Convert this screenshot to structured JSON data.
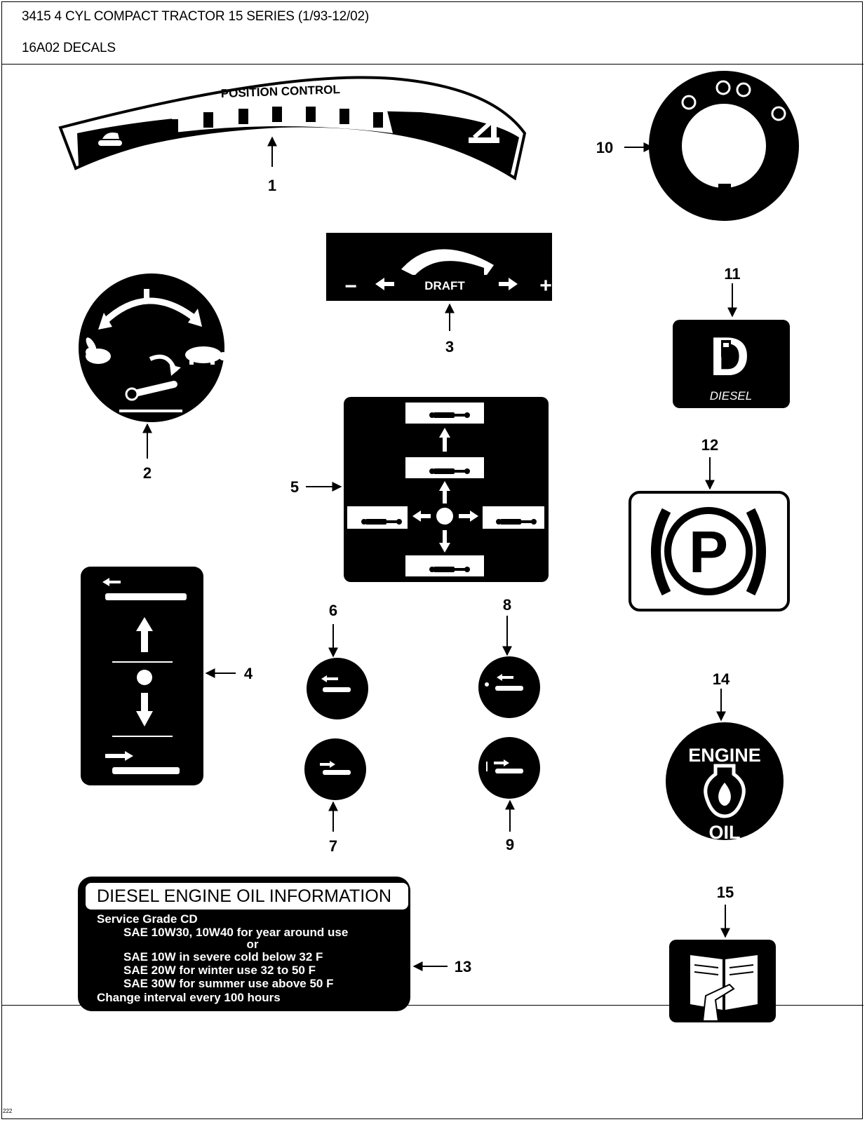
{
  "header": {
    "title": "3415 4 CYL COMPACT TRACTOR 15 SERIES (1/93-12/02)",
    "section": "16A02 DECALS"
  },
  "callouts": [
    "1",
    "2",
    "3",
    "4",
    "5",
    "6",
    "7",
    "8",
    "9",
    "10",
    "11",
    "12",
    "13",
    "14",
    "15"
  ],
  "decals": {
    "position_control": "POSITION CONTROL",
    "draft": {
      "label": "DRAFT",
      "minus": "−",
      "plus": "+"
    },
    "diesel": {
      "letter": "D",
      "label": "DIESEL"
    },
    "parking": {
      "letter": "P"
    },
    "engine_oil": {
      "top": "ENGINE",
      "bottom": "OIL"
    },
    "oil_info": {
      "title": "DIESEL ENGINE OIL INFORMATION",
      "lines": [
        "Service Grade CD",
        "SAE 10W30, 10W40 for year around use",
        "or",
        "SAE 10W in severe cold below 32 F",
        "SAE 20W for winter use 32 to 50 F",
        "SAE 30W for summer use above 50 F",
        "Change interval every 100 hours"
      ]
    }
  },
  "footer": {
    "code": "222"
  },
  "icons": [
    "hare-icon",
    "turtle-icon",
    "lever-icon",
    "cylinder-icon",
    "fuel-pump-icon",
    "oil-drop-icon",
    "book-hand-icon",
    "plow-icon",
    "lift-arm-icon",
    "ignition-symbol-icon"
  ]
}
